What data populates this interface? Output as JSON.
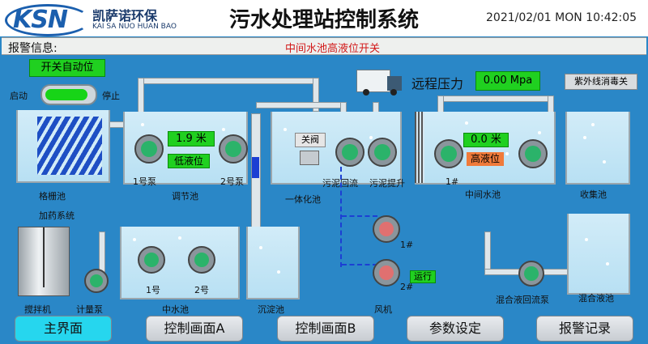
{
  "brand": {
    "logo": "KSN",
    "company_cn": "凯萨诺环保",
    "company_en": "KAI SA NUO HUAN BAO"
  },
  "title": "污水处理站控制系统",
  "datetime": "2021/02/01 MON 10:42:05",
  "alarm": {
    "label": "报警信息:",
    "message": "中间水池高液位开关"
  },
  "controls": {
    "auto_switch": "开关自动位",
    "start": "启动",
    "stop": "停止"
  },
  "remote_pressure": {
    "label": "远程压力",
    "value": "0.00 Mpa"
  },
  "uv_status": "紫外线消毒关",
  "tanks": {
    "grille": "格栅池",
    "regulating": "调节池",
    "integrated": "一体化池",
    "intermediate": "中间水池",
    "collecting": "收集池",
    "mid_water": "中水池",
    "sediment": "沉淀池",
    "mixing": "混合液池"
  },
  "regulating": {
    "level": "1.9 米",
    "level_status": "低液位",
    "pump1": "1号泵",
    "pump2": "2号泵"
  },
  "integrated": {
    "valve": "关阀",
    "sludge_return": "污泥回流",
    "sludge_lift": "污泥提升"
  },
  "intermediate": {
    "level": "0.0 米",
    "level_status": "高液位",
    "pump1": "1#"
  },
  "dosing": {
    "title": "加药系统",
    "mixer": "搅拌机",
    "metering_pump": "计量泵"
  },
  "mid_water_pumps": {
    "p1": "1号",
    "p2": "2号"
  },
  "blower": {
    "label": "风机",
    "b1": "1#",
    "b2": "2#",
    "running": "运行"
  },
  "mix_return_pump": "混合液回流泵",
  "nav": {
    "main": "主界面",
    "ctrl_a": "控制画面A",
    "ctrl_b": "控制画面B",
    "params": "参数设定",
    "alarms": "报警记录"
  },
  "colors": {
    "background": "#2a87c7",
    "level_green": "#20d020",
    "alarm_red": "#d21818",
    "high_level_orange": "#f07a3a"
  }
}
